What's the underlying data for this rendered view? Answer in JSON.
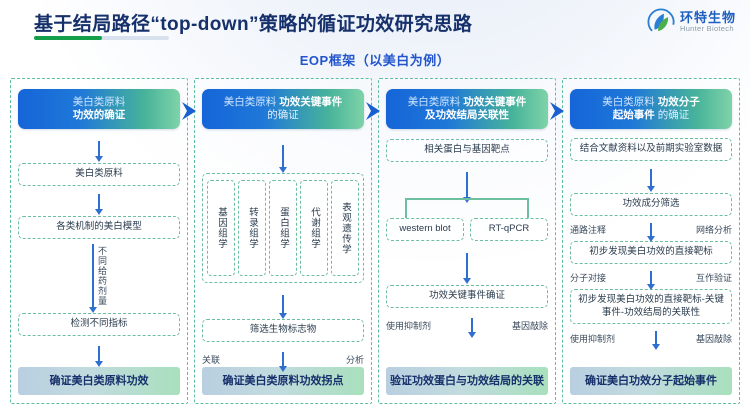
{
  "header": {
    "title": "基于结局路径“top-down”策略的循证功效研究思路",
    "subtitle": "EOP框架（以美白为例）",
    "logo_cn": "环特生物",
    "logo_en": "Hunter Biotech"
  },
  "colors": {
    "title": "#16306b",
    "subtitle": "#2255cc",
    "accent_green": "#14a04a",
    "arrow_blue": "#2f6fd0",
    "node_border": "#6dbf9f",
    "head_gradient_start": "#1565d8",
    "head_gradient_end": "#7fd3a8"
  },
  "columns": [
    {
      "head": {
        "line1_plain": "美白类原料",
        "line1_bold": "",
        "line2_bold": "功效的确证",
        "line2_plain": ""
      },
      "nodes": [
        "美白类原料",
        "各类机制的美白模型",
        "检测不同指标"
      ],
      "arrow_label_vertical": "不同给药剂量",
      "result": "确证美白类原料功效"
    },
    {
      "head": {
        "line1_plain": "美白类原料 ",
        "line1_bold": "功效关键事件",
        "line2_bold": "",
        "line2_plain": "的确证"
      },
      "omics": [
        "基因组学",
        "转录组学",
        "蛋白组学",
        "代谢组学",
        "表观遗传学"
      ],
      "nodes": [
        "筛选生物标志物"
      ],
      "labeled_arrow": {
        "left": "关联",
        "right": "分析"
      },
      "result": "确证美白类原料功效拐点"
    },
    {
      "head": {
        "line1_plain": "美白类原料 ",
        "line1_bold": "功效关键事件",
        "line2_bold": "及功效结局关联性",
        "line2_plain": ""
      },
      "nodes": [
        "相关蛋白与基因靶点"
      ],
      "branch": [
        "western blot",
        "RT-qPCR"
      ],
      "node_after_branch": "功效关键事件确证",
      "labeled_arrow": {
        "left": "使用抑制剂",
        "right": "基因敲除"
      },
      "result": "验证功效蛋白与功效结局的关联"
    },
    {
      "head": {
        "line1_plain": "美白类原料 ",
        "line1_bold": "功效分子",
        "line2_bold": "起始事件",
        "line2_plain": " 的确证"
      },
      "nodes": [
        "结合文献资料以及前期实验室数据",
        "功效成分筛选",
        "初步发现美白功效的直接靶标",
        "初步发现美白功效的直接靶标-关键事件-功效结局的关联性"
      ],
      "labeled_arrows": [
        {
          "left": "通路注释",
          "right": "网络分析"
        },
        {
          "left": "分子对接",
          "right": "互作验证"
        },
        {
          "left": "使用抑制剂",
          "right": "基因敲除"
        }
      ],
      "result": "确证美白功效分子起始事件"
    }
  ]
}
